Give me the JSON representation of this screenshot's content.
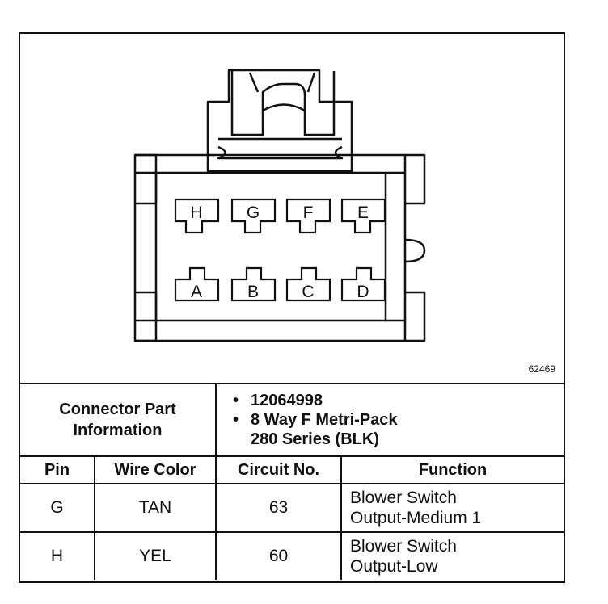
{
  "figure_id": "62469",
  "pins_top": [
    "H",
    "G",
    "F",
    "E"
  ],
  "pins_bottom": [
    "A",
    "B",
    "C",
    "D"
  ],
  "connector_info": {
    "label": "Connector Part Information",
    "label_line1": "Connector Part",
    "label_line2": "Information",
    "part_number": "12064998",
    "description_line1": "8 Way F Metri-Pack",
    "description_line2": "280 Series (BLK)"
  },
  "table": {
    "headers": [
      "Pin",
      "Wire Color",
      "Circuit No.",
      "Function"
    ],
    "rows": [
      {
        "pin": "G",
        "wire_color": "TAN",
        "circuit": "63",
        "function_line1": "Blower Switch",
        "function_line2": "Output-Medium 1"
      },
      {
        "pin": "H",
        "wire_color": "YEL",
        "circuit": "60",
        "function_line1": "Blower Switch",
        "function_line2": "Output-Low"
      }
    ]
  }
}
